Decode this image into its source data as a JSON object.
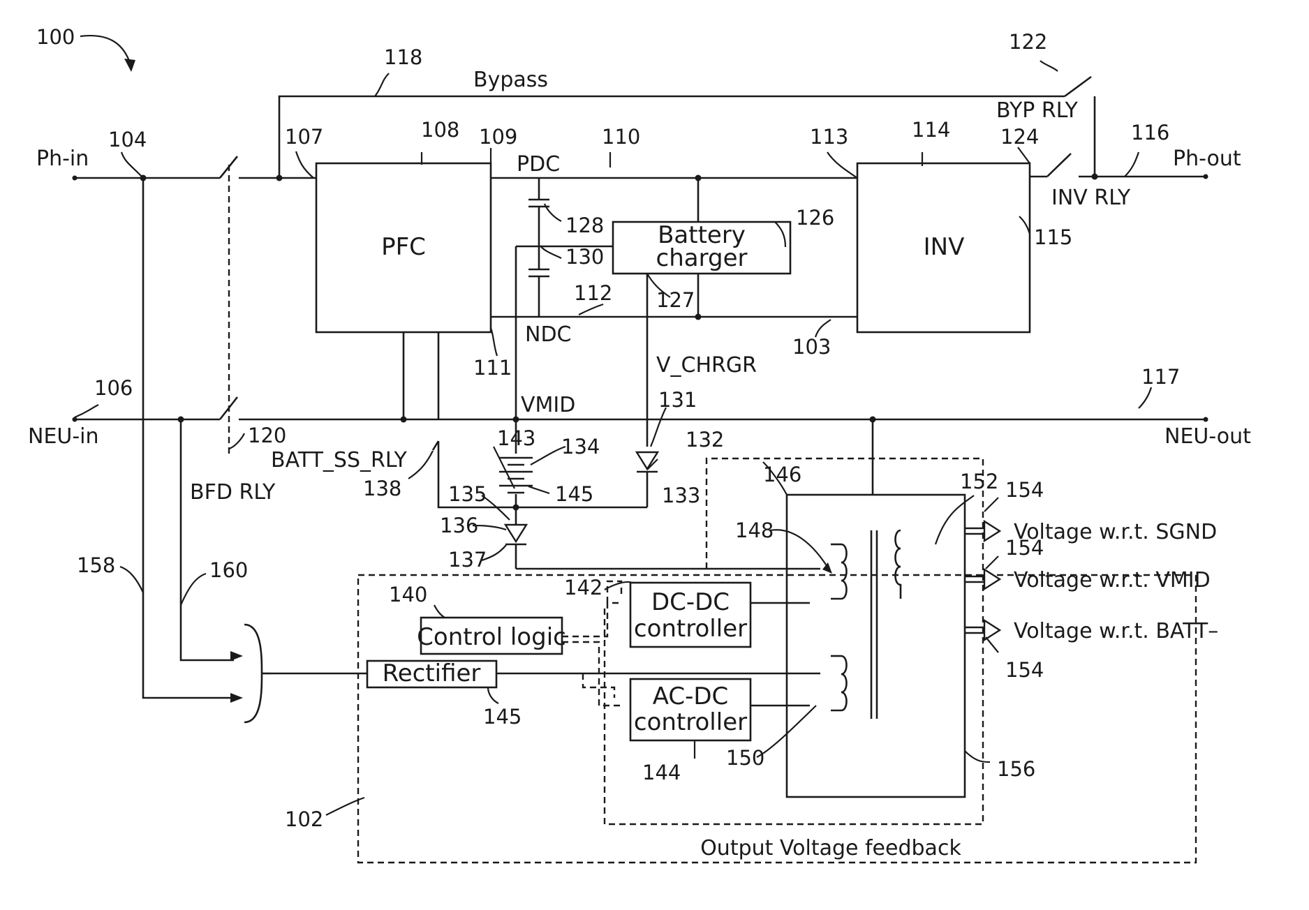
{
  "refs": {
    "fig": "100",
    "ph_in_node": "104",
    "neu_in_node": "106",
    "pfc_in": "107",
    "pfc_ref": "108",
    "pfc_out_p": "109",
    "pdc_rail": "110",
    "pfc_out_n": "111",
    "ndc_rail": "112",
    "inv_in_p": "113",
    "inv_ref": "114",
    "inv_out": "115",
    "ph_out_node": "116",
    "neu_out_node": "117",
    "bypass_path": "118",
    "bfd_relay": "120",
    "byp_relay": "122",
    "inv_relay": "124",
    "charger_ref": "126",
    "charger_out": "127",
    "cap_top": "128",
    "cap_bottom": "130",
    "diode_a": "131",
    "diode_ref": "132",
    "diode_b": "133",
    "battery_ref": "134",
    "battery_top": "143",
    "battery_bottom": "145",
    "diode2_a": "135",
    "diode2_ref": "136",
    "diode2_b": "137",
    "batt_relay": "138",
    "control_logic": "140",
    "dcdc_ref": "142",
    "acdc_ref": "144",
    "rectifier_ref": "145",
    "transformer_ref": "146",
    "winding_primary": "148",
    "winding_ac": "150",
    "winding_secondary": "152",
    "outputs_top": "154",
    "outputs_mid": "154",
    "outputs_bottom": "154",
    "feedback_ref": "156",
    "wire_a": "158",
    "wire_b": "160",
    "power_supply": "102",
    "inv_in_n": "103"
  },
  "labels": {
    "ph_in": "Ph-in",
    "neu_in": "NEU-in",
    "ph_out": "Ph-out",
    "neu_out": "NEU-out",
    "bypass": "Bypass",
    "byp_rly": "BYP RLY",
    "inv_rly": "INV RLY",
    "bfd_rly": "BFD RLY",
    "pdc": "PDC",
    "ndc": "NDC",
    "vmid": "VMID",
    "v_chrgr": "V_CHRGR",
    "batt_ss_rly": "BATT_SS_RLY"
  },
  "blocks": {
    "pfc": "PFC",
    "inv": "INV",
    "charger_line1": "Battery",
    "charger_line2": "charger",
    "control_logic": "Control logic",
    "rectifier": "Rectifier",
    "dcdc_line1": "DC-DC",
    "dcdc_line2": "controller",
    "acdc_line1": "AC-DC",
    "acdc_line2": "controller"
  },
  "outputs": [
    "Voltage w.r.t. SGND",
    "Voltage w.r.t. VMID",
    "Voltage w.r.t. BATT–"
  ],
  "feedback_label": "Output Voltage feedback"
}
